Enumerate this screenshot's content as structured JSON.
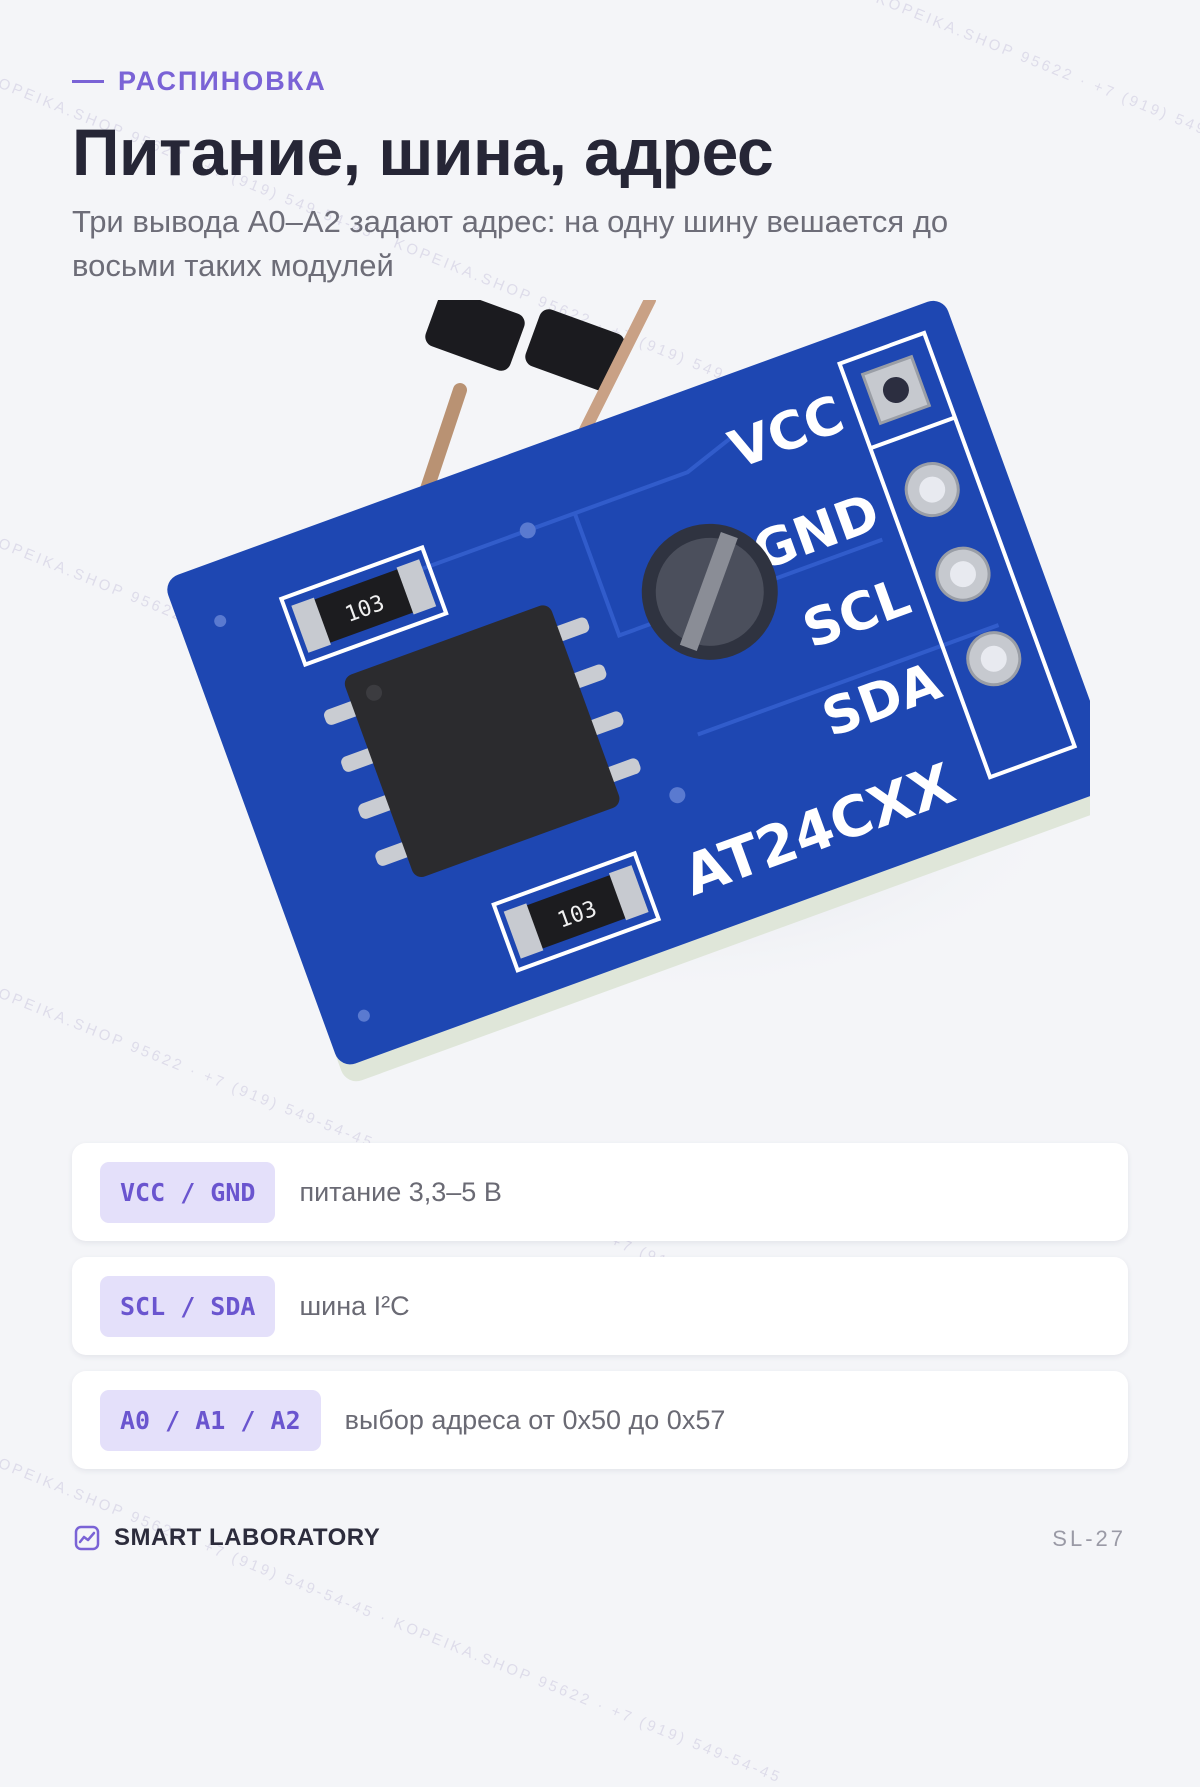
{
  "header": {
    "eyebrow": "РАСПИНОВКА",
    "title": "Питание, шина, адрес",
    "subtitle": "Три вывода A0–A2 задают адрес: на одну шину вешается до восьми таких модулей"
  },
  "photo": {
    "silkscreen": {
      "pin_vcc": "VCC",
      "pin_gnd": "GND",
      "pin_scl": "SCL",
      "pin_sda": "SDA",
      "board_name": "AT24CXX",
      "resistor_1": "103",
      "resistor_2": "103"
    },
    "colors": {
      "pcb": "#1e47b2",
      "pcb_edge": "#dfe6d9",
      "chip": "#2b2b2e"
    }
  },
  "pins": [
    {
      "badge": "VCC / GND",
      "description": "питание 3,3–5 В"
    },
    {
      "badge": "SCL / SDA",
      "description": "шина I²C"
    },
    {
      "badge": "A0 / A1 / A2",
      "description": "выбор адреса от 0x50 до 0x57"
    }
  ],
  "watermark": {
    "text": "KOPEIKA.SHOP 95622 · +7 (919) 549-54-45 · KOPEIKA.SHOP 95622 · +7 (919) 549-54-45"
  },
  "footer": {
    "brand": "SMART LABORATORY",
    "page_code": "SL-27"
  },
  "theme": {
    "accent": "#7a63d6",
    "background": "#f4f5f8"
  }
}
